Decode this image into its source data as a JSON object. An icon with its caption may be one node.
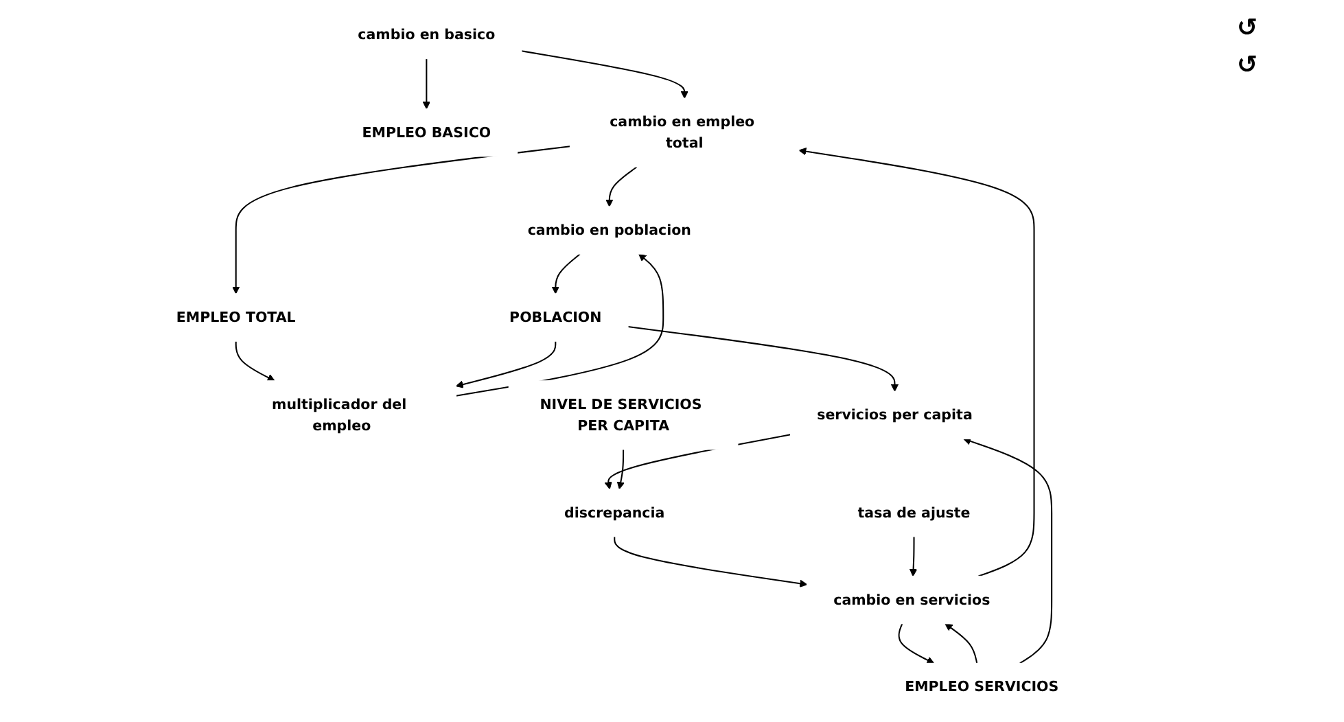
{
  "diagram": {
    "nodes": [
      {
        "text": [
          "cambio en basico"
        ]
      },
      {
        "text": [
          "EMPLEO BASICO"
        ]
      },
      {
        "text": [
          "cambio en poblacion"
        ]
      },
      {
        "text": [
          "multiplicador del empleo"
        ]
      },
      {
        "text": [
          "cambio en empleo total"
        ]
      },
      {
        "text": [
          "EMPLEO TOTAL"
        ]
      },
      {
        "text": [
          "POBLACION"
        ]
      },
      {
        "text": [
          "servicios per capita"
        ]
      },
      {
        "text": [
          "cambio en servicios"
        ]
      },
      {
        "text": [
          "EMPLEO SERVICIOS"
        ]
      },
      {
        "text": [
          "NIVEL DE SERVICIOS PER CAPITA"
        ]
      },
      {
        "text": [
          "tasa de ajuste"
        ]
      },
      {
        "text": [
          "discrepancia"
        ]
      }
    ],
    "edges": [
      {
        "from": 0,
        "to": 1,
        "arrow": "to"
      },
      {
        "from": 0,
        "to": 4,
        "arrow": "to"
      },
      {
        "from": 4,
        "to": 2,
        "arrow": "to"
      },
      {
        "from": 4,
        "to": 5,
        "arrow": "to"
      },
      {
        "from": 5,
        "to": 3,
        "arrow": "to"
      },
      {
        "from": 3,
        "to": 2,
        "arrow": "to"
      },
      {
        "from": 2,
        "to": 6,
        "arrow": "to"
      },
      {
        "from": 6,
        "to": 3,
        "arrow": "to"
      },
      {
        "from": 6,
        "to": 7,
        "arrow": "to"
      },
      {
        "from": 8,
        "to": 4,
        "arrow": "to"
      },
      {
        "from": 8,
        "to": 9,
        "arrow": "to"
      },
      {
        "from": 9,
        "to": 8,
        "arrow": "to"
      },
      {
        "from": 9,
        "to": 7,
        "arrow": "to"
      },
      {
        "from": 7,
        "to": 12,
        "arrow": "to"
      },
      {
        "from": 10,
        "to": 12,
        "arrow": "to"
      },
      {
        "from": 12,
        "to": 8,
        "arrow": "to"
      },
      {
        "from": 11,
        "to": 8,
        "arrow": "to"
      }
    ],
    "labels": [
      "↺",
      "↺"
    ]
  }
}
